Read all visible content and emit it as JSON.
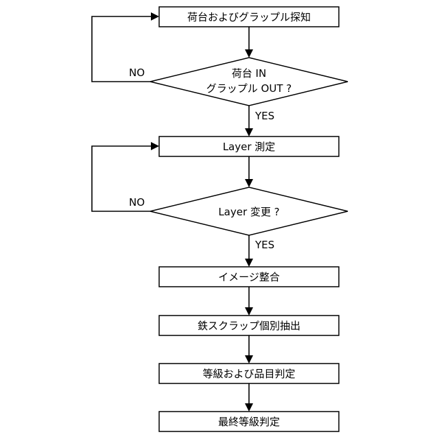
{
  "flowchart": {
    "steps": {
      "detect": "荷台およびグラップル探知",
      "measure": "Layer 測定",
      "align": "イメージ整合",
      "extract": "鉄スクラップ個別抽出",
      "grade": "等級および品目判定",
      "final": "最終等級判定"
    },
    "decisions": {
      "first_line1": "荷台 IN",
      "first_line2": "グラップル OUT ?",
      "second": "Layer 変更 ?"
    },
    "branches": {
      "no_1": "NO",
      "yes_1": "YES",
      "no_2": "NO",
      "yes_2": "YES"
    }
  }
}
